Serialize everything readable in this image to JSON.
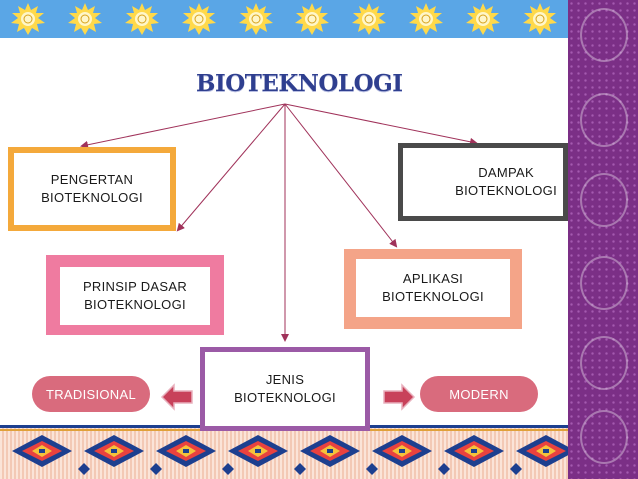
{
  "title": "BIOTEKNOLOGI",
  "boxes": {
    "pengertian": "PENGERTAN\nBIOTEKNOLOGI",
    "dampak": "DAMPAK\nBIOTEKNOLOGI",
    "prinsip": "PRINSIP DASAR\nBIOTEKNOLOGI",
    "aplikasi": "APLIKASI\nBIOTEKNOLOGI",
    "jenis": "JENIS\nBIOTEKNOLOGI"
  },
  "types": {
    "left": "TRADISIONAL",
    "right": "MODERN"
  },
  "colors": {
    "orange_border": "#f4a93b",
    "gray_border": "#4a4a4a",
    "pink_border": "#ef7ba0",
    "salmon_border": "#f4a488",
    "purple_border": "#9b5aa6",
    "arrow_line": "#a0325a",
    "type_pill": "#d96b7d",
    "sky": "#5aa6e6",
    "sun": "#ffd94a",
    "panel": "#7b2f86"
  },
  "panel_circles": [
    "#e26b35",
    "#f8b43a",
    "#b83a5a",
    "#d96aa0",
    "#a75ebd",
    "#e96a2c"
  ]
}
